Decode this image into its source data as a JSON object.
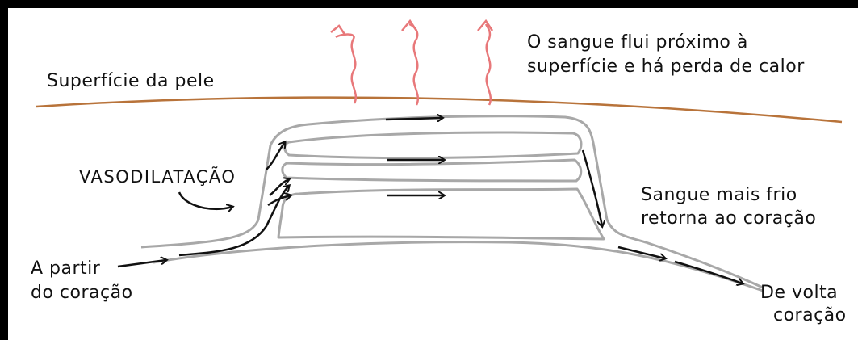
{
  "diagram": {
    "labels": {
      "skin_surface": "Superfície da pele",
      "heat_loss_line1": "O sangue flui próximo à",
      "heat_loss_line2": "superfície e há perda de calor",
      "vasodilation": "VASODILATAÇÃO",
      "cooler_line1": "Sangue mais frio",
      "cooler_line2": "retorna ao coração",
      "from_heart_line1": "A partir",
      "from_heart_line2": "do coração",
      "back_line1": "De volta",
      "back_line2": "coração"
    },
    "colors": {
      "skin": "#b8733a",
      "heat": "#e8787a",
      "vessel": "#a8a8a8",
      "arrow": "#111111",
      "frame": "#000000"
    }
  }
}
